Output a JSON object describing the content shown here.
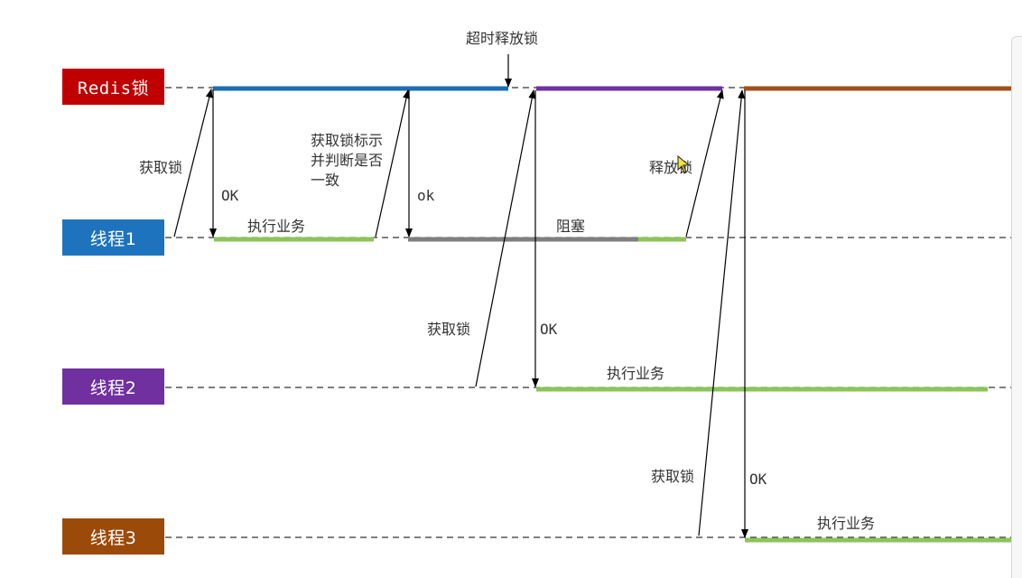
{
  "lanes": {
    "redis": {
      "label": "Redis锁",
      "color": "#c00000"
    },
    "thread1": {
      "label": "线程1",
      "color": "#1e73be"
    },
    "thread2": {
      "label": "线程2",
      "color": "#7030a0"
    },
    "thread3": {
      "label": "线程3",
      "color": "#9c4a0a"
    }
  },
  "annotations": {
    "timeout_release": "超时释放锁",
    "t1_acquire": "获取锁",
    "t1_ok": "OK",
    "t1_work": "执行业务",
    "t1_check": "获取锁标示\n并判断是否\n一致",
    "t1_ok2": "ok",
    "t1_blocked": "阻塞",
    "t1_release": "释放锁",
    "t2_acquire": "获取锁",
    "t2_ok": "OK",
    "t2_work": "执行业务",
    "t3_acquire": "获取锁",
    "t3_ok": "OK",
    "t3_work": "执行业务"
  },
  "segment_colors": {
    "lock_t1": "#1a6fb5",
    "lock_t2": "#7030a0",
    "lock_t3": "#a0501e",
    "work": "#8cc45a",
    "blocked": "#7f7f7f"
  },
  "icons": {
    "cursor": "cursor-pointer-icon"
  }
}
